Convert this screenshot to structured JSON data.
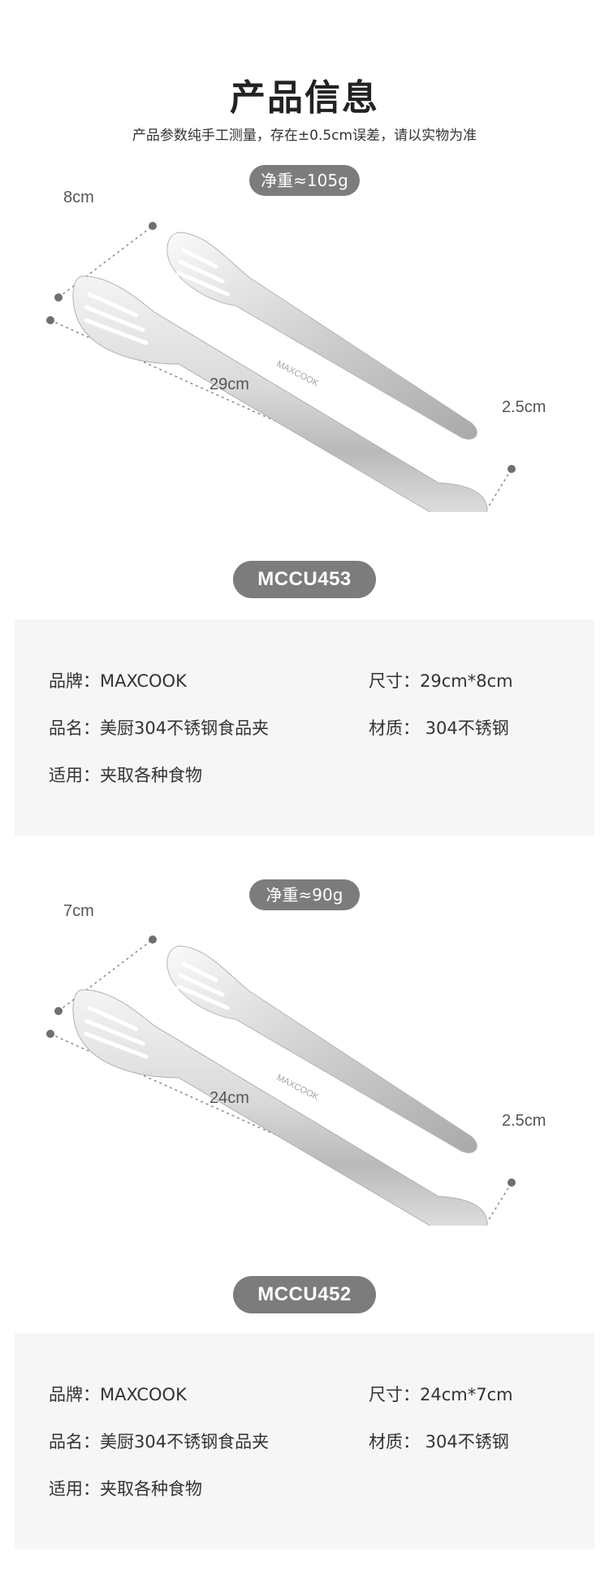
{
  "header": {
    "title": "产品信息",
    "subtitle": "产品参数纯手工测量，存在±0.5cm误差，请以实物为准"
  },
  "products": [
    {
      "weight": "净重≈105g",
      "model": "MCCU453",
      "dims": {
        "width": "8cm",
        "length": "29cm",
        "height": "2.5cm"
      },
      "specs": {
        "brand": "品牌：MAXCOOK",
        "size": "尺寸：29cm*8cm",
        "name": "品名：美厨304不锈钢食品夹",
        "material": "材质： 304不锈钢",
        "usage": "适用：夹取各种食物"
      }
    },
    {
      "weight": "净重≈90g",
      "model": "MCCU452",
      "dims": {
        "width": "7cm",
        "length": "24cm",
        "height": "2.5cm"
      },
      "specs": {
        "brand": "品牌：MAXCOOK",
        "size": "尺寸：24cm*7cm",
        "name": "品名：美厨304不锈钢食品夹",
        "material": "材质： 304不锈钢",
        "usage": "适用：夹取各种食物"
      }
    }
  ]
}
